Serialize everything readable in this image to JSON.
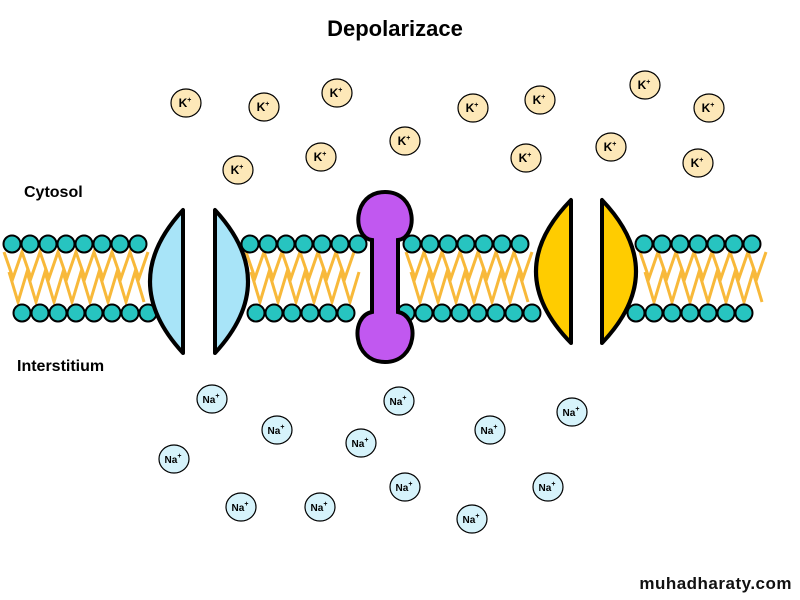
{
  "title": "Depolarizace",
  "labels": {
    "cytosol": "Cytosol",
    "interstitium": "Interstitium"
  },
  "watermark": "muhadharaty.com",
  "ions": {
    "potassium": {
      "label": "K",
      "charge": "+",
      "fill": "#fde8b8",
      "count": 13
    },
    "sodium": {
      "label": "Na",
      "charge": "+",
      "fill": "#d6f3fb",
      "count": 12
    }
  },
  "colors": {
    "lipid_head": "#27c4c0",
    "lipid_tail": "#f8b93a",
    "sodium_channel": "#a8e4f8",
    "potassium_channel": "#ffcc00",
    "pump_protein": "#c158f0"
  }
}
